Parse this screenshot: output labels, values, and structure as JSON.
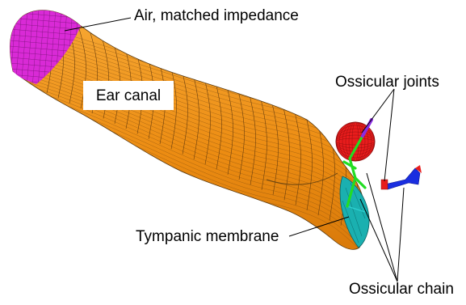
{
  "labels": {
    "air": "Air, matched impedance",
    "ear_canal": "Ear canal",
    "ossicular_joints": "Ossicular joints",
    "tympanic_membrane": "Tympanic membrane",
    "ossicular_chain": "Ossicular chain"
  },
  "colors": {
    "canal": "#f0941c",
    "mesh_line": "#3a2a10",
    "air_cap": "#d92ad6",
    "tympanic": "#1ab0b0",
    "joint_sphere": "#e81c1c",
    "ossicle_green": "#22dd22",
    "ossicle_blue": "#1a2ee0",
    "ossicle_purple": "#8a2be2",
    "leader": "#000000"
  }
}
